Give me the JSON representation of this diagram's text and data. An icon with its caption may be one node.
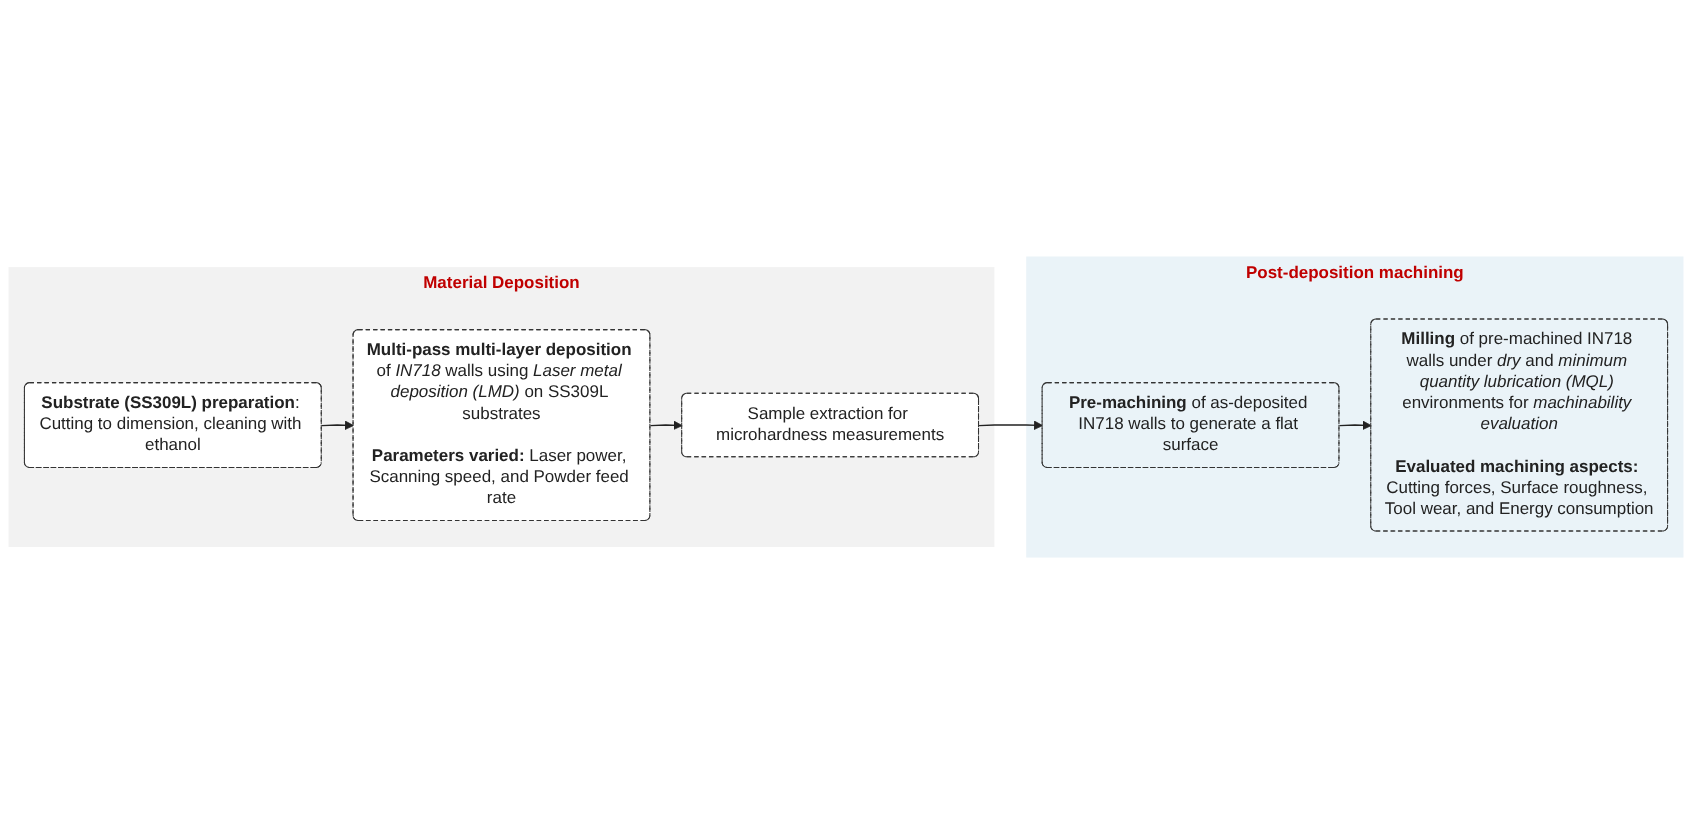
{
  "diagram": {
    "nodes": [
      {
        "text": [
          "Material Deposition"
        ]
      },
      {
        "text": [
          "**Substrate (SS309L) preparation**: Cutting to dimension, cleaning with ethanol"
        ],
        "in": 0
      },
      {
        "text": [
          "**Multi-pass multi-layer deposition** of *IN718* walls using *Laser metal deposition (LMD)* on SS309L substrates",
          "**Parameters varied:** Laser power, Scanning speed, and Powder feed rate"
        ],
        "in": 0
      },
      {
        "text": [
          "Sample extraction for microhardness measurements"
        ],
        "in": 0
      },
      {
        "text": [
          "Post-deposition machining"
        ]
      },
      {
        "text": [
          "**Pre-machining** of as-deposited IN718 walls to generate a flat surface"
        ],
        "in": 4
      },
      {
        "text": [
          "**Milling** of pre-machined IN718 walls under *dry* and *minimum quantity lubrication (MQL)* environments for *machinability evaluation*",
          "**Evaluated machining aspects:** Cutting forces, Surface roughness, Tool wear, and Energy consumption"
        ],
        "in": 4
      }
    ],
    "edges": [
      {
        "from": 1,
        "to": 2,
        "arrow": "to"
      },
      {
        "from": 2,
        "to": 3,
        "arrow": "to"
      },
      {
        "from": 3,
        "to": 5,
        "arrow": "to"
      },
      {
        "from": 5,
        "to": 6,
        "arrow": "to"
      }
    ]
  }
}
